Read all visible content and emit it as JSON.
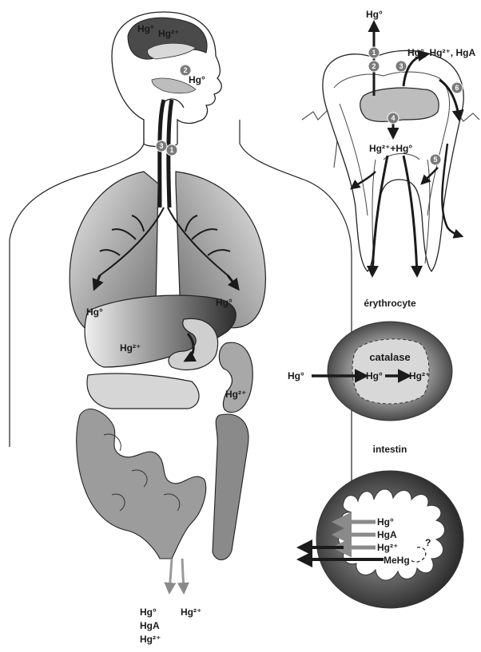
{
  "colors": {
    "ink": "#1a1a1a",
    "dark_gray": "#3a3a3a",
    "mid_gray": "#8a8a8a",
    "light_gray": "#c8c8c8",
    "marker": "#7a7a7a"
  },
  "body": {
    "head_labels": [
      "Hg°",
      "Hg²⁺"
    ],
    "airway_label": "Hg°",
    "lung_left_label": "Hg°",
    "lung_right_label": "Hg°",
    "liver_label": "Hg²⁺",
    "kidney_label": "Hg²⁺",
    "excretion_left": [
      "Hg°",
      "HgA",
      "Hg²⁺"
    ],
    "excretion_right": "Hg²⁺",
    "markers": [
      "2",
      "3",
      "1"
    ]
  },
  "tooth": {
    "top_label": "Hg°",
    "species_label": "Hg°, Hg²⁺, HgA",
    "pulp_label": "Hg²⁺+Hg°",
    "markers": [
      "1",
      "2",
      "3",
      "4",
      "5",
      "6"
    ]
  },
  "erythrocyte": {
    "caption": "érythrocyte",
    "inner_label": "catalase",
    "input_label": "Hg°",
    "inner_left": "Hg°",
    "inner_right": "Hg²⁺"
  },
  "intestine": {
    "caption": "intestin",
    "species": [
      "Hg°",
      "HgA",
      "Hg²⁺",
      "MeHg"
    ],
    "question": "?"
  }
}
